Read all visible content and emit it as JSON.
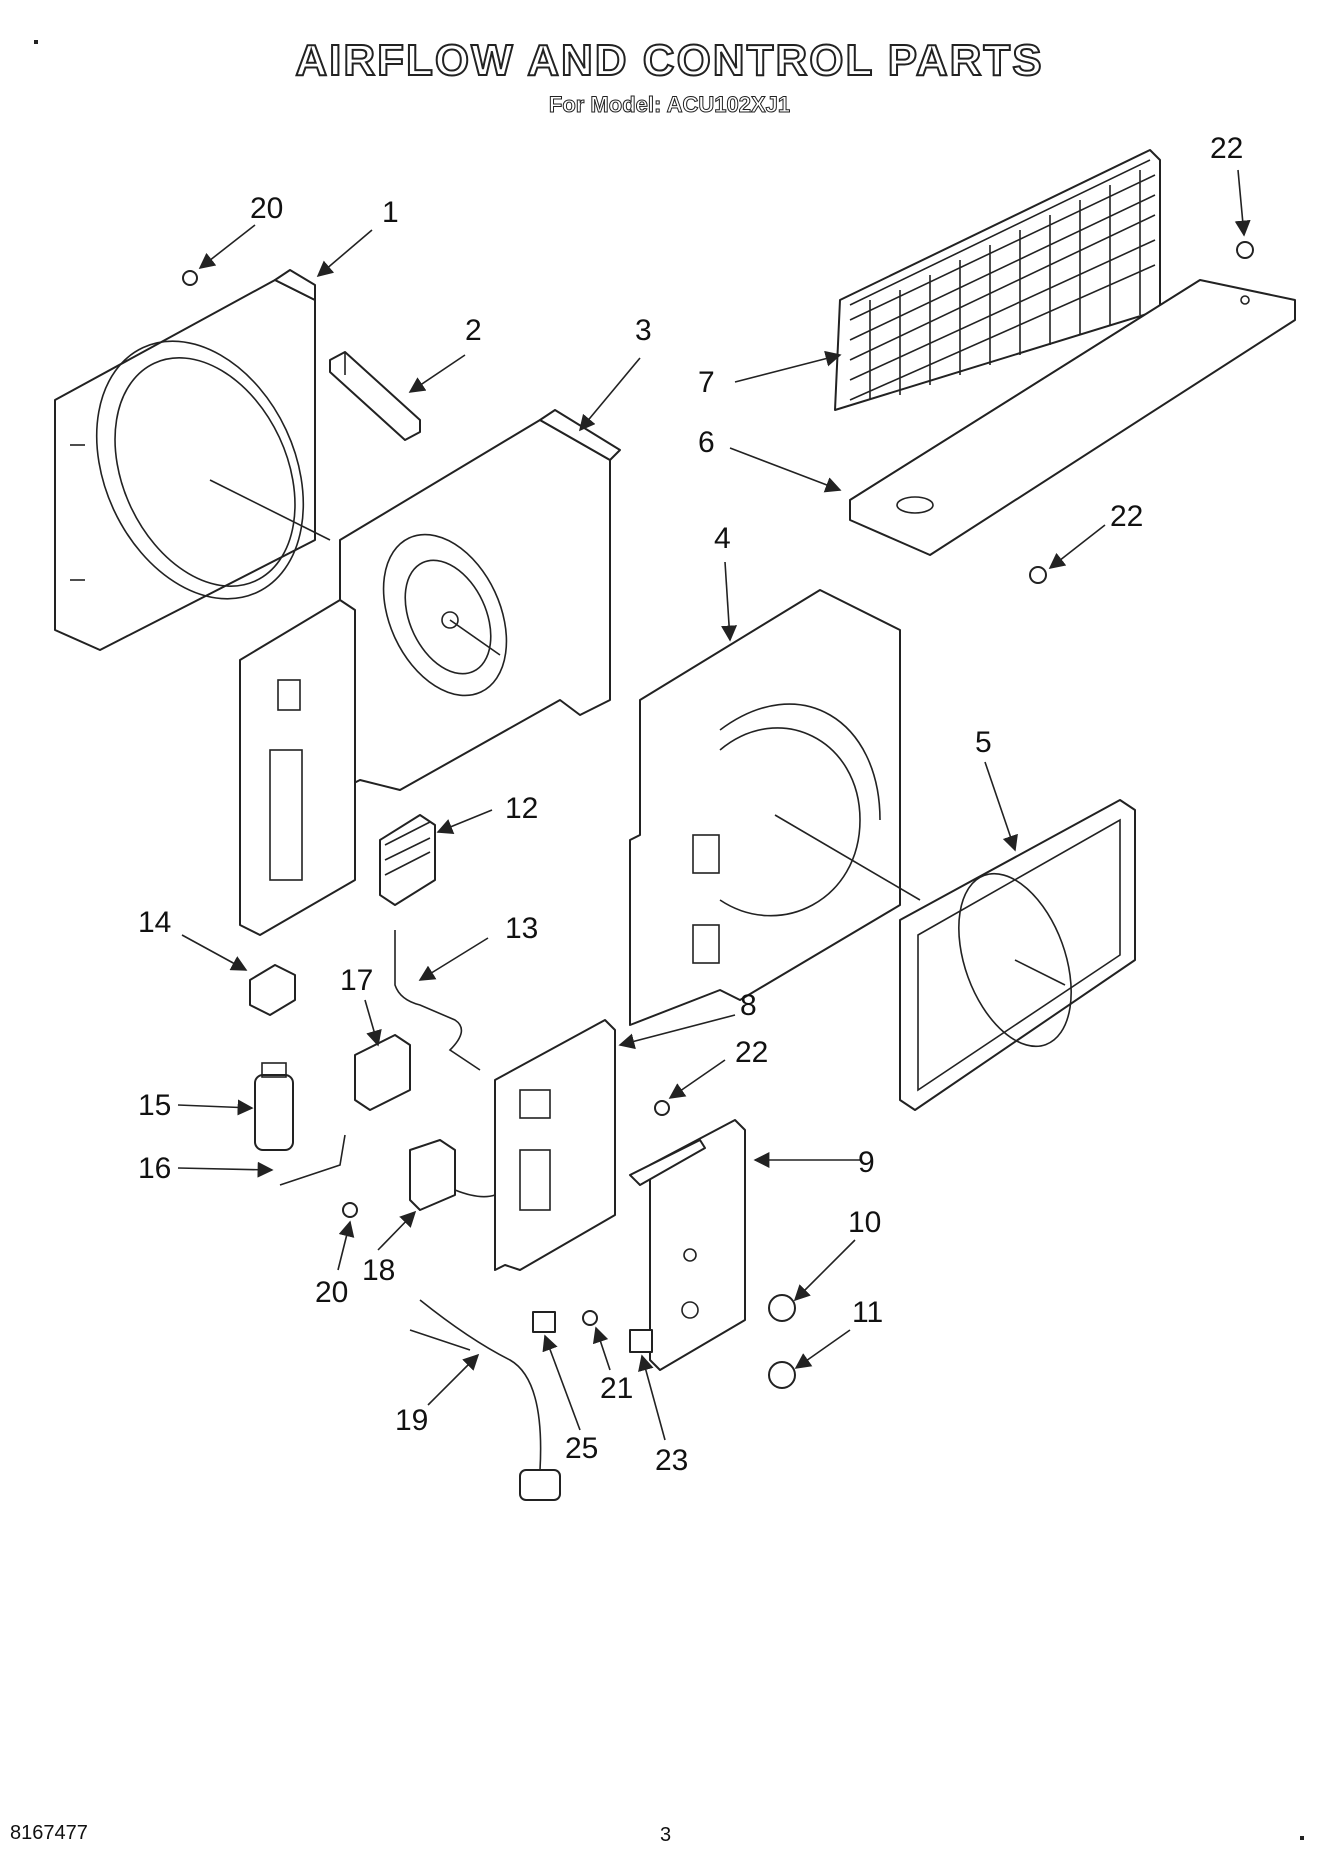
{
  "header": {
    "title": "AIRFLOW AND CONTROL PARTS",
    "subtitle": "For Model: ACU102XJ1"
  },
  "footer": {
    "doc_number": "8167477",
    "page_number": "3"
  },
  "callouts": [
    "20",
    "1",
    "2",
    "3",
    "22",
    "7",
    "6",
    "22",
    "4",
    "5",
    "12",
    "14",
    "13",
    "17",
    "8",
    "22",
    "15",
    "9",
    "16",
    "10",
    "18",
    "20",
    "11",
    "19",
    "21",
    "25",
    "23"
  ]
}
